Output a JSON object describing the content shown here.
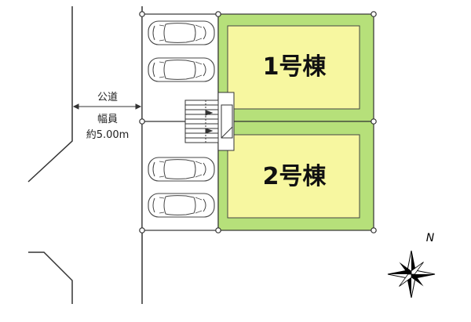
{
  "road": {
    "name": "公道",
    "width_label": "幅員",
    "width_value": "約5.00m"
  },
  "buildings": [
    {
      "label": "1号棟"
    },
    {
      "label": "2号棟"
    }
  ],
  "north_label": "N",
  "colors": {
    "lot_green": "#b6e07a",
    "building_yellow": "#f7f7a0",
    "outline": "#333333"
  },
  "icons": [
    "car-icon",
    "stairs-icon",
    "compass-rose-icon"
  ]
}
